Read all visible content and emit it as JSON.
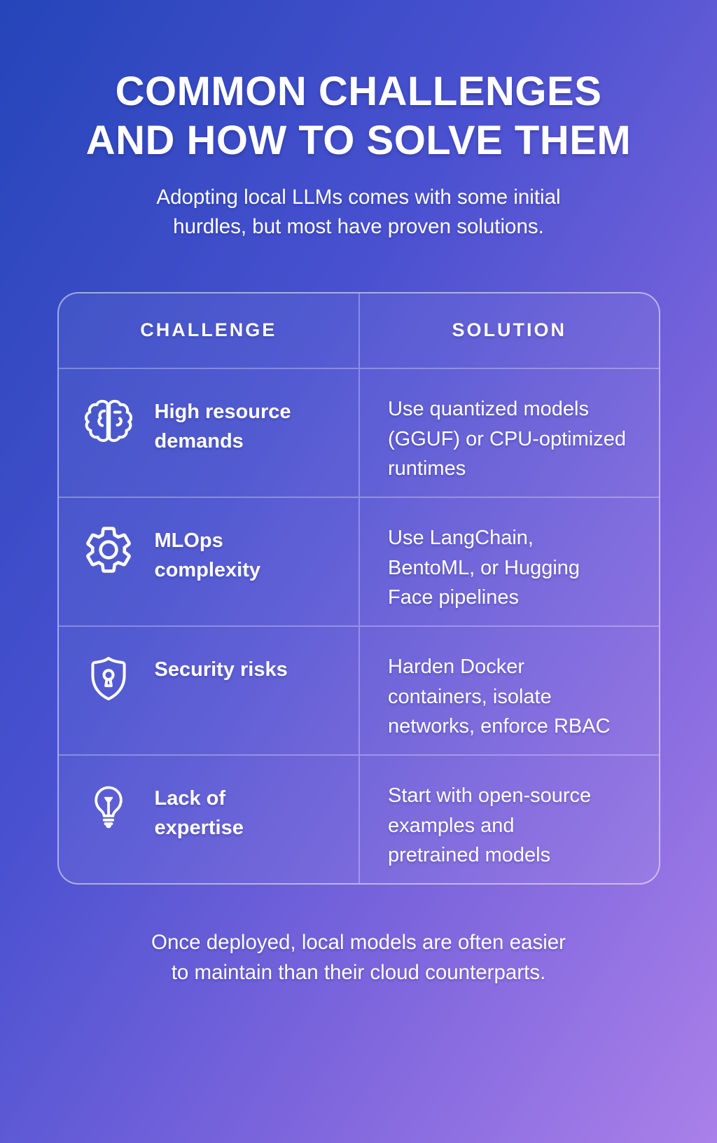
{
  "poster": {
    "title": "COMMON CHALLENGES\nAND HOW TO SOLVE THEM",
    "subtitle": "Adopting local LLMs comes with some initial\nhurdles, but most have proven solutions.",
    "footer": "Once deployed, local models are often easier\nto maintain than their cloud counterparts."
  },
  "table": {
    "column_headers": [
      "CHALLENGE",
      "SOLUTION"
    ],
    "rows": [
      {
        "icon": "brain-icon",
        "challenge": "High resource\ndemands",
        "solution": "Use quantized models\n(GGUF) or CPU-optimized\nruntimes"
      },
      {
        "icon": "gear-icon",
        "challenge": "MLOps\ncomplexity",
        "solution": "Use LangChain,\nBentoML, or Hugging\nFace pipelines"
      },
      {
        "icon": "shield-lock-icon",
        "challenge": "Security risks",
        "solution": "Harden Docker\ncontainers, isolate\nnetworks, enforce RBAC"
      },
      {
        "icon": "lightbulb-icon",
        "challenge": "Lack of\nexpertise",
        "solution": "Start with open-source\nexamples and\npretrained models"
      }
    ]
  },
  "colors": {
    "background_gradient_start": "#2545b9",
    "background_gradient_end": "#aa80e9",
    "text": "#ffffff",
    "table_border": "rgba(255,255,255,0.5)"
  }
}
